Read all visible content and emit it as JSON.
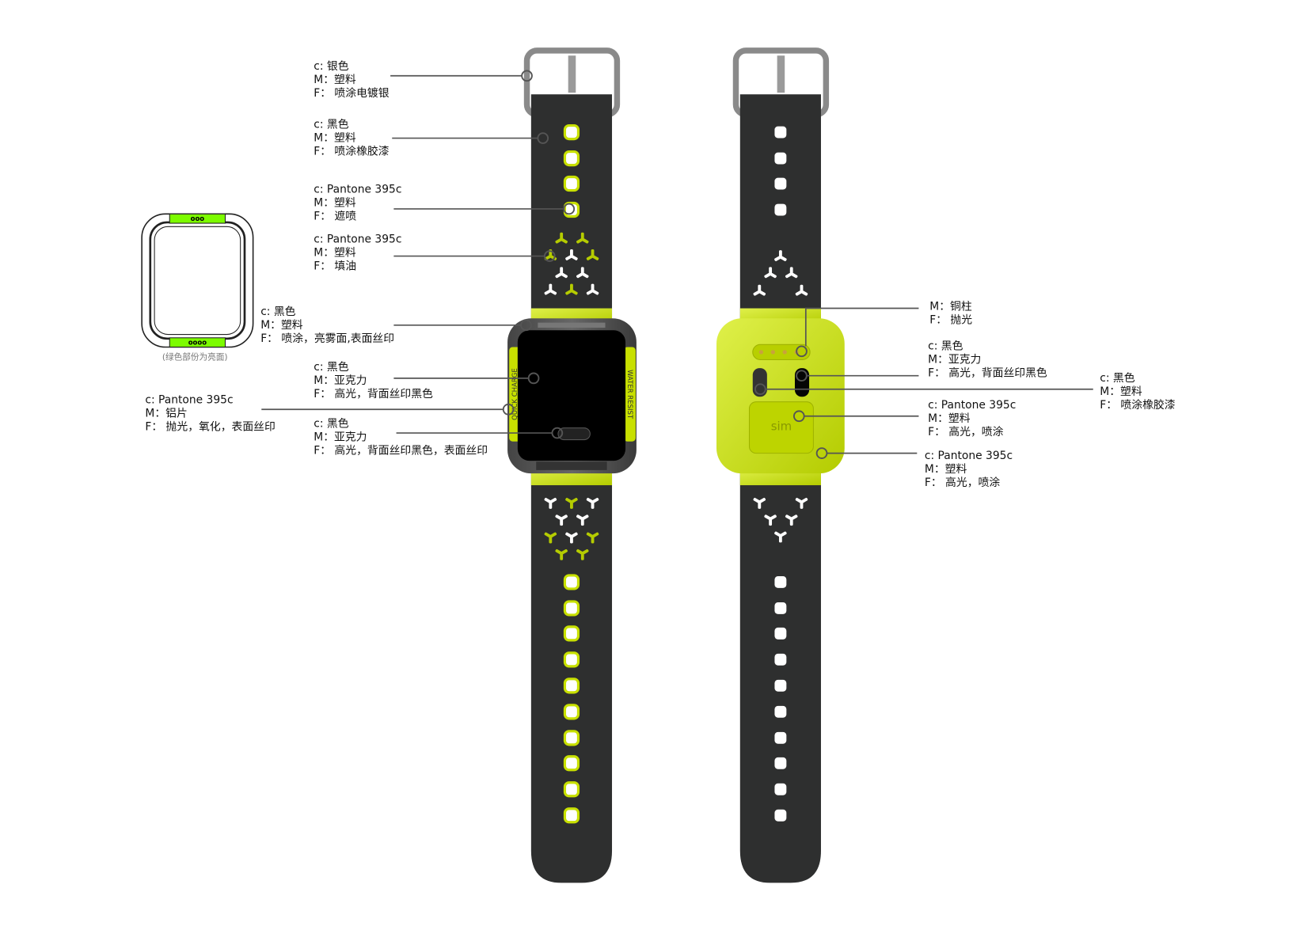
{
  "colors": {
    "accent_lime": "#c8e000",
    "strap": "#2e2f2f",
    "diagram_green": "#7cfc00",
    "buckle": "#8a8a8a"
  },
  "diagram_note": "(绿色部份为亮面)",
  "sketch_logo": "ooo",
  "sketch_bottom_mark": "oooo",
  "watch_front": {
    "side_left_text": "QUICK CHARGE",
    "side_right_text": "WATER RESIST"
  },
  "watch_back": {
    "sim_label": "sim"
  },
  "callouts": [
    {
      "c": "c:   银色",
      "m": "M：塑料",
      "f": "F：  喷涂电镀银"
    },
    {
      "c": "c:   黑色",
      "m": "M：塑料",
      "f": "F：  喷涂橡胶漆"
    },
    {
      "c": "c:   Pantone 395c",
      "m": "M：塑料",
      "f": "F：  遮喷"
    },
    {
      "c": "c:   Pantone 395c",
      "m": "M：塑料",
      "f": "F：  填油"
    },
    {
      "c": "c:   黑色",
      "m": "M：塑料",
      "f": "F：  喷涂，亮雾面,表面丝印"
    },
    {
      "c": "c:   黑色",
      "m": "M：亚克力",
      "f": "F：  高光，背面丝印黑色"
    },
    {
      "c": "c:   Pantone 395c",
      "m": "M：铝片",
      "f": "F：  抛光，氧化，表面丝印"
    },
    {
      "c": "c:   黑色",
      "m": "M：亚克力",
      "f": "F：  高光，背面丝印黑色，表面丝印"
    },
    {
      "m": "M：铜柱",
      "f": "F：  抛光"
    },
    {
      "c": "c:   黑色",
      "m": "M：亚克力",
      "f": "F：  高光，背面丝印黑色"
    },
    {
      "c": "c:   黑色",
      "m": "M：塑料",
      "f": "F：  喷涂橡胶漆"
    },
    {
      "c": "c:   Pantone 395c",
      "m": "M：塑料",
      "f": "F：  高光，喷涂"
    },
    {
      "c": "c:   Pantone 395c",
      "m": "M：塑料",
      "f": "F：  高光，喷涂"
    }
  ]
}
